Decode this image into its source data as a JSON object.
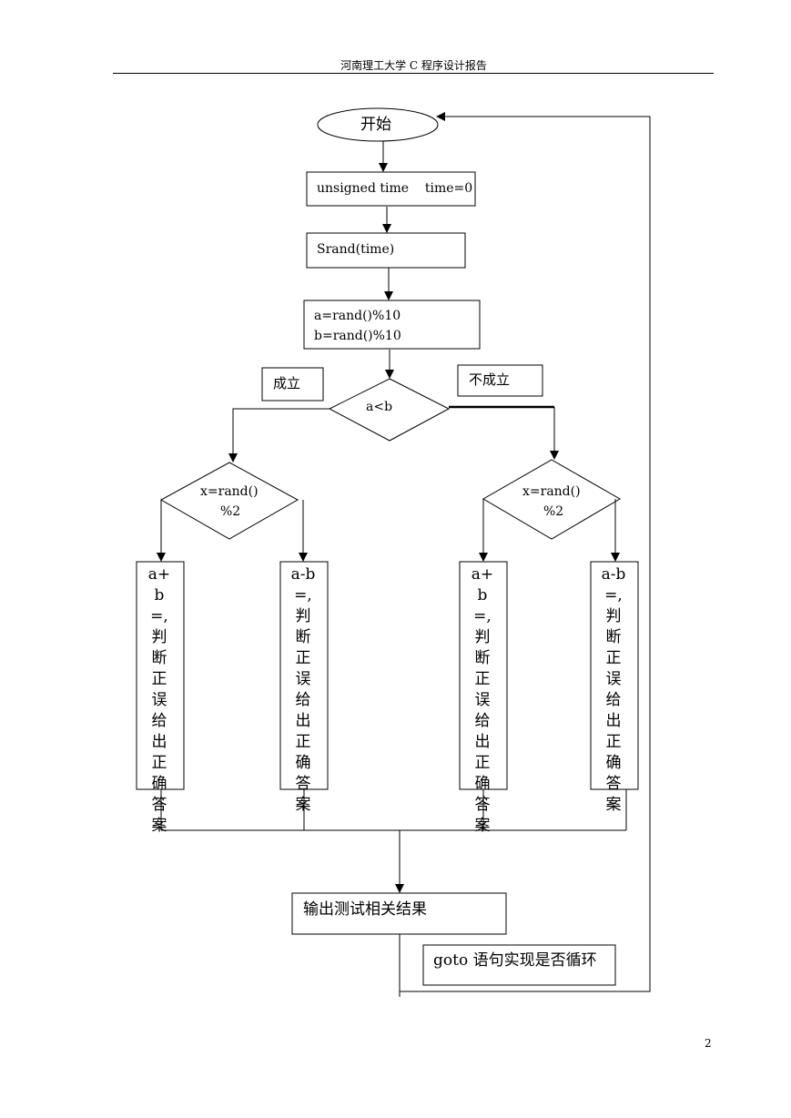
{
  "header": {
    "title": "河南理工大学 C 程序设计报告"
  },
  "page_number": "2",
  "flowchart": {
    "start": "开始",
    "init": "unsigned time    time=0",
    "srand": "Srand(time)",
    "assign_a": "a=rand()%10",
    "assign_b": "b=rand()%10",
    "condition": "a<b",
    "label_true": "成立",
    "label_false": "不成立",
    "random_left_line1": "x=rand()",
    "random_left_line2": "%2",
    "random_right_line1": "x=rand()",
    "random_right_line2": "%2",
    "box1": "a+b=,判断正误给出正确答案",
    "box2": "a-b=,判断正误给出正确答案",
    "box3": "a+b=,判断正误给出正确答案",
    "box4": "a-b=,判断正误给出正确答案",
    "output": "输出测试相关结果",
    "loop": "goto 语句实现是否循环"
  }
}
